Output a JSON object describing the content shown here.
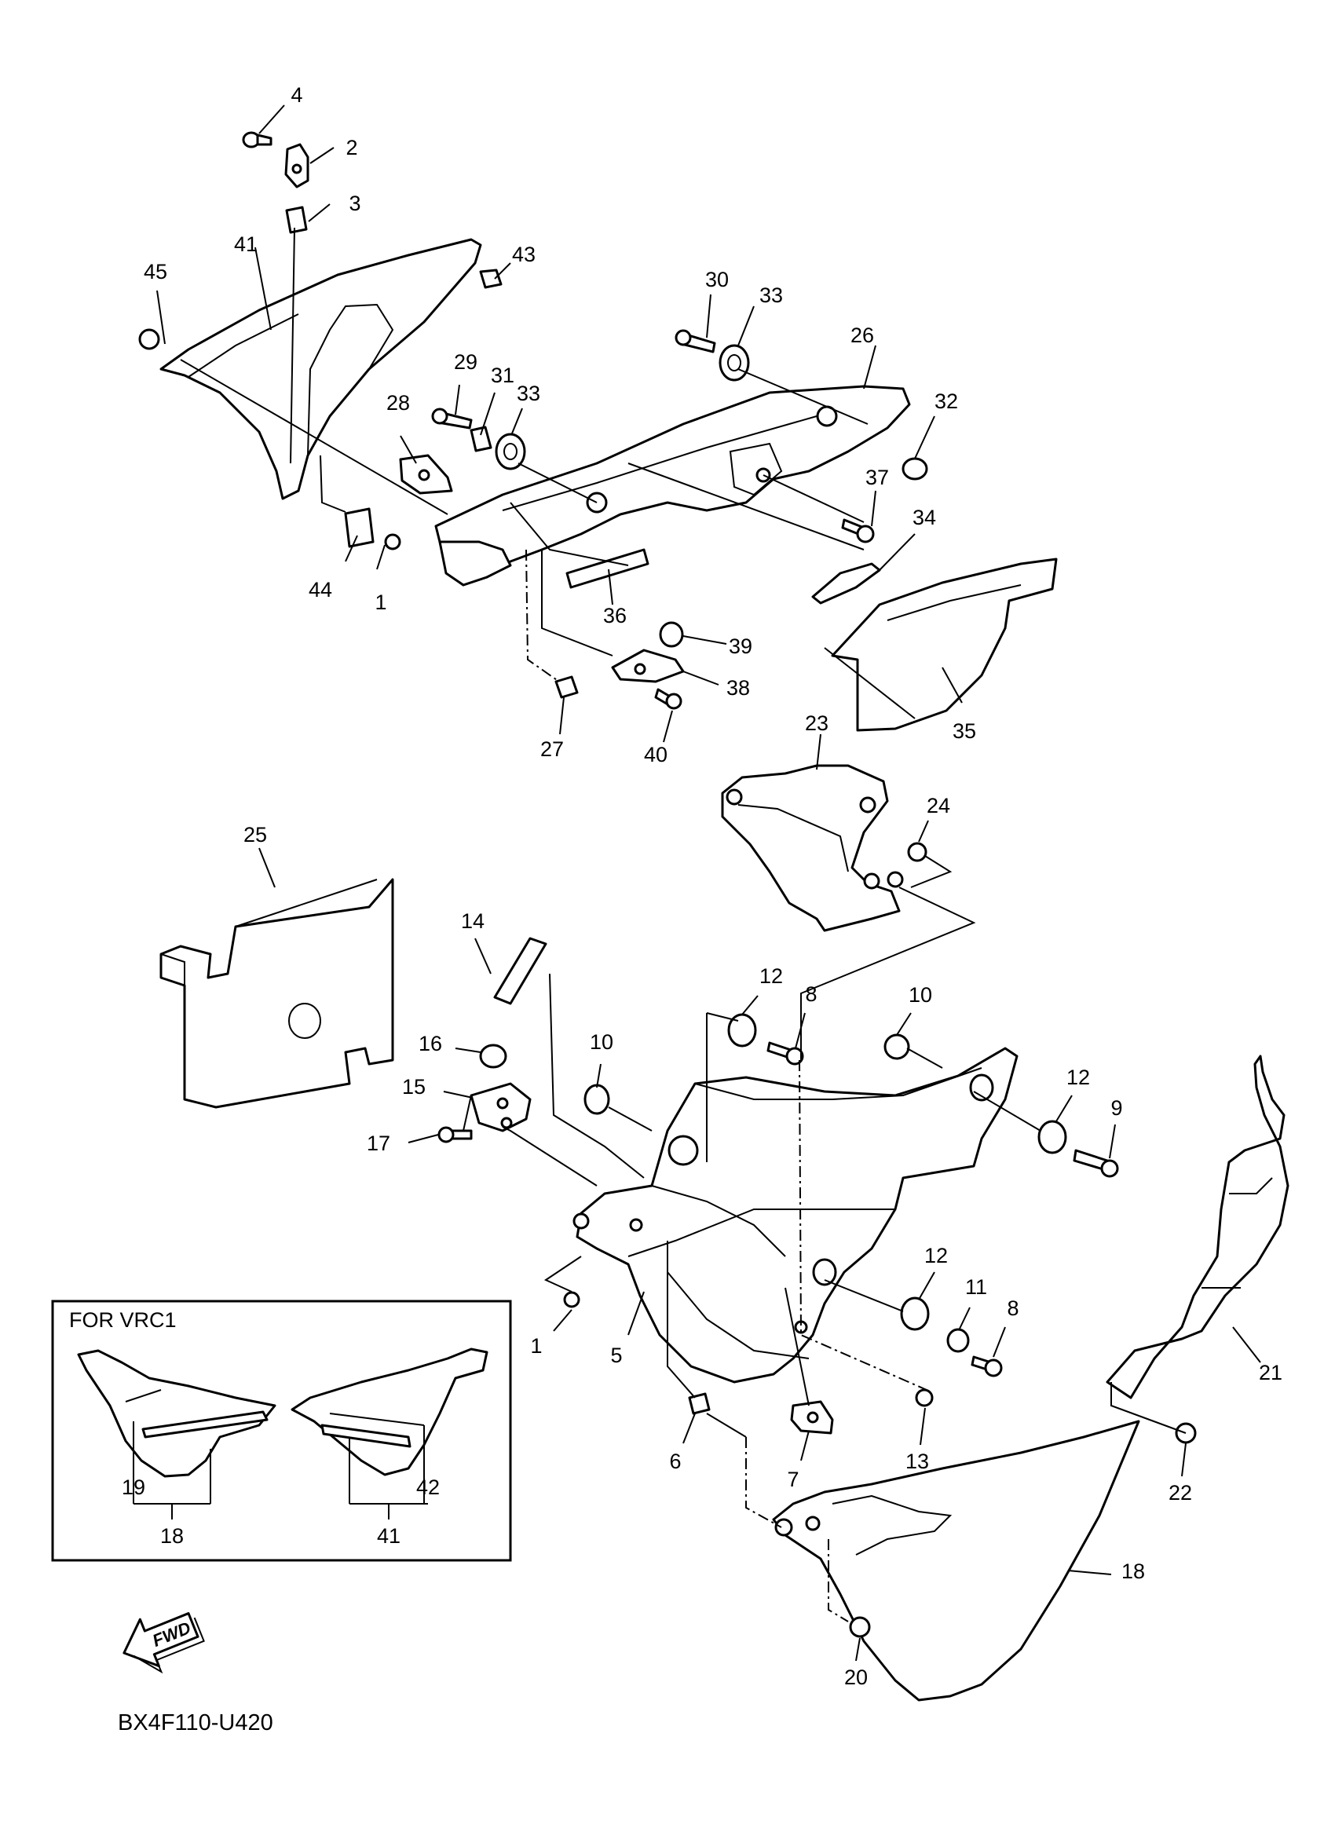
{
  "diagram": {
    "diagram_code": "BX4F110-U420",
    "inset_title": "FOR  VRC1",
    "fwd_label": "FWD",
    "callouts": [
      "1",
      "1",
      "2",
      "3",
      "4",
      "5",
      "6",
      "7",
      "8",
      "8",
      "9",
      "10",
      "10",
      "11",
      "12",
      "12",
      "12",
      "13",
      "14",
      "15",
      "16",
      "17",
      "18",
      "18",
      "19",
      "20",
      "21",
      "22",
      "23",
      "24",
      "25",
      "26",
      "27",
      "28",
      "29",
      "30",
      "31",
      "32",
      "33",
      "33",
      "34",
      "35",
      "36",
      "37",
      "38",
      "39",
      "40",
      "41",
      "41",
      "42",
      "43",
      "44",
      "45"
    ]
  }
}
